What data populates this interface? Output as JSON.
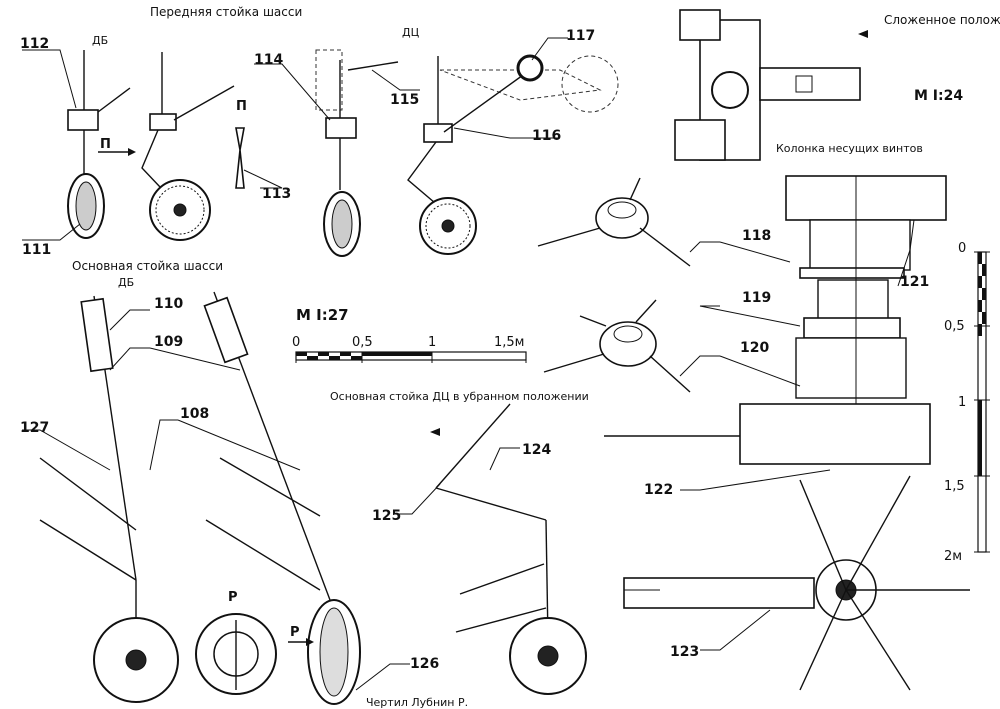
{
  "captions": {
    "nose_gear": "Передняя стойка шасси",
    "db_1": "ДБ",
    "dc_1": "ДЦ",
    "p_1": "П",
    "p_2": "П",
    "main_gear": "Основная стойка шасси",
    "db_2": "ДБ",
    "folded": "Сложенное положение",
    "scale_big": "М I:24",
    "rotor_column": "Колонка несущих винтов",
    "retracted": "Основная стойка ДЦ в убранном положении",
    "r_1": "Р",
    "r_2": "Р",
    "author": "Чертил Лубнин Р."
  },
  "scale_bar_1": {
    "title": "М I:27",
    "ticks": [
      "0",
      "0,5",
      "1",
      "1,5м"
    ]
  },
  "scale_bar_2": {
    "ticks": [
      "0",
      "0,5",
      "1",
      "1,5",
      "2м"
    ]
  },
  "part_numbers": [
    "108",
    "109",
    "110",
    "111",
    "112",
    "113",
    "114",
    "115",
    "116",
    "117",
    "118",
    "119",
    "120",
    "121",
    "122",
    "123",
    "124",
    "125",
    "126",
    "127"
  ]
}
